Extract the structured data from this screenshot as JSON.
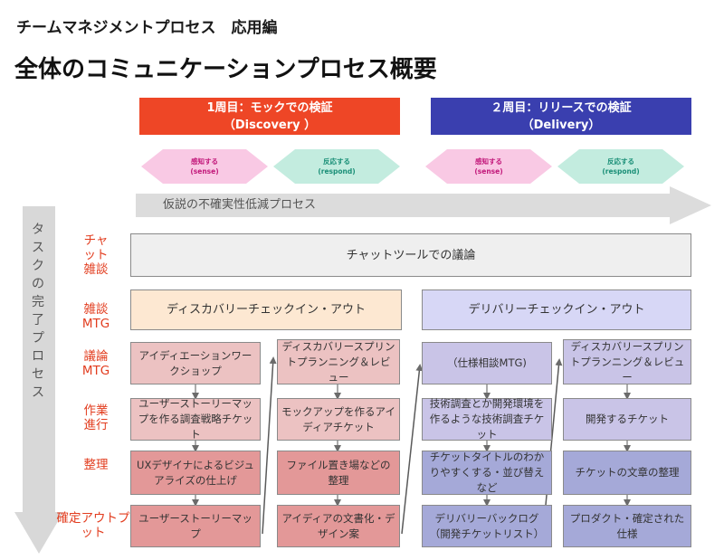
{
  "header": {
    "subtitle": "チームマネジメントプロセス　応用編",
    "title": "全体のコミュニケーションプロセス概要"
  },
  "phases": [
    {
      "line1": "1周目：モックでの検証",
      "line2": "（Discovery ）",
      "color": "#ee4626"
    },
    {
      "line1": "２周目：リリースでの検証",
      "line2": "（Delivery）",
      "color": "#3a3faf"
    }
  ],
  "diamonds": [
    {
      "line1": "感知する",
      "line2": "(sense)",
      "color": "#f9c9e4"
    },
    {
      "line1": "反応する",
      "line2": "(respond)",
      "color": "#c3ecdf"
    },
    {
      "line1": "感知する",
      "line2": "(sense)",
      "color": "#f9c9e4"
    },
    {
      "line1": "反応する",
      "line2": "(respond)",
      "color": "#c3ecdf"
    }
  ],
  "horizontal_arrow_label": "仮説の不確実性低減プロセス",
  "vertical_arrow_label": "タスクの完了プロセス",
  "row_labels": {
    "chat": "チャット雑談",
    "mtg_casual": "雑談MTG",
    "mtg_discussion": "議論MTG",
    "work": "作業進行",
    "organize": "整理",
    "output": "確定アウトプット"
  },
  "chat_box": "チャットツールでの議論",
  "checkins": {
    "discovery": "ディスカバリーチェックイン・アウト",
    "delivery": "デリバリーチェックイン・アウト"
  },
  "columns": [
    {
      "cells": [
        "アイディエーションワークショップ",
        "ユーザーストーリーマップを作る調査戦略チケット",
        "UXデザイナによるビジュアライズの仕上げ",
        "ユーザーストーリーマップ"
      ]
    },
    {
      "cells": [
        "ディスカバリースプリントプランニング＆レビュー",
        "モックアップを作るアイディアチケット",
        "ファイル置き場などの整理",
        "アイディアの文書化・デザイン案"
      ]
    },
    {
      "cells": [
        "（仕様相談MTG)",
        "技術調査とか開発環境を作るような技術調査チケット",
        "チケットタイトルのわかりやすくする・並び替えなど",
        "デリバリーバックログ（開発チケットリスト）"
      ]
    },
    {
      "cells": [
        "ディスカバリースプリントプランニング＆レビュー",
        "開発するチケット",
        "チケットの文章の整理",
        "プロダクト・確定された仕様"
      ]
    }
  ]
}
